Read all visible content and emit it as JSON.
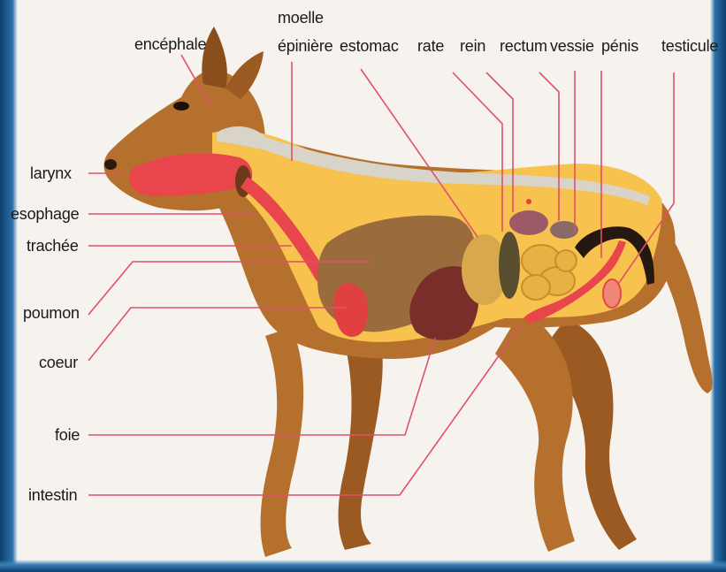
{
  "labels": {
    "encephale": "encéphale",
    "moelle_line1": "moelle",
    "moelle_line2": "épinière",
    "estomac": "estomac",
    "rate": "rate",
    "rein": "rein",
    "rectum": "rectum",
    "vessie": "vessie",
    "penis": "pénis",
    "testicule": "testicule",
    "larynx": "larynx",
    "oesophage": "esophage",
    "trachee": "trachée",
    "poumon": "poumon",
    "coeur": "coeur",
    "foie": "foie",
    "intestin": "intestin"
  },
  "colors": {
    "fur": "#b5702e",
    "fur_dark": "#8a4e1c",
    "body_cavity": "#f7c24e",
    "leader_line": "#e0506a",
    "frame": "#0b3f6e"
  }
}
